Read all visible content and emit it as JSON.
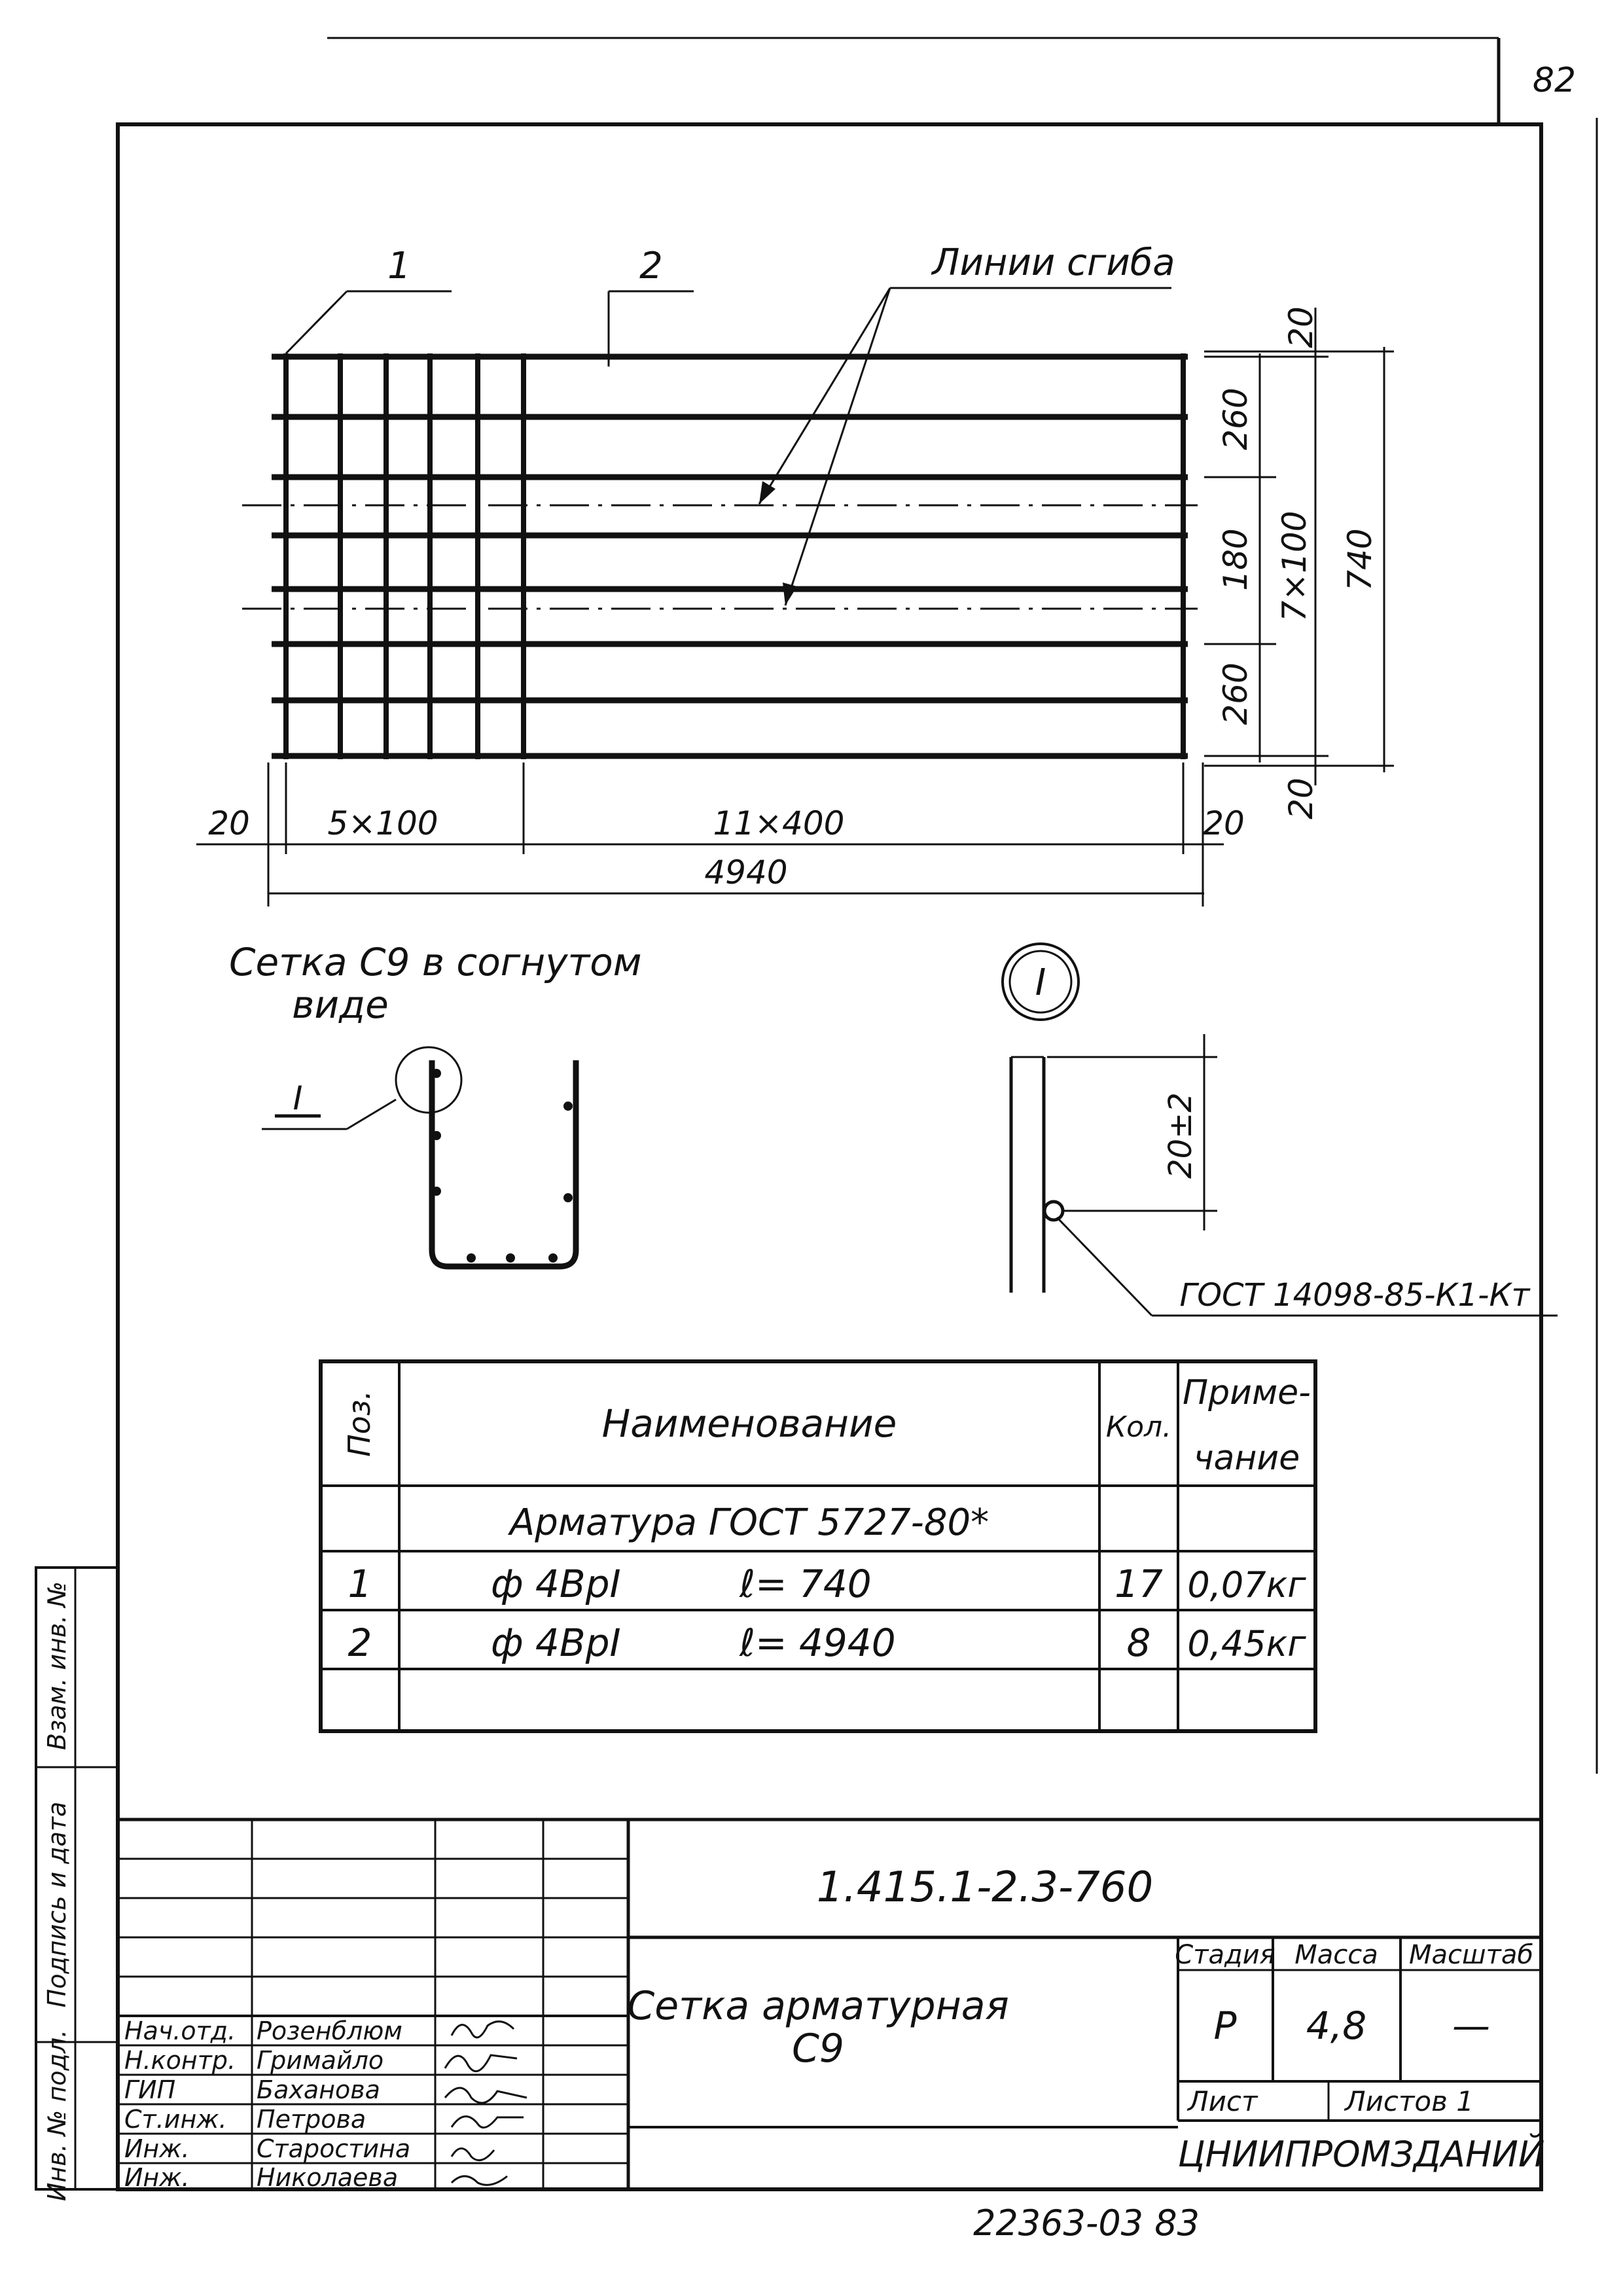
{
  "sheet_number": "82",
  "drawing": {
    "pos1_label": "1",
    "pos2_label": "2",
    "bend_lines_label": "Линии сгиба",
    "dims_bottom": {
      "left_20": "20",
      "spacing_small": "5×100",
      "spacing_large": "11×400",
      "right_20": "20",
      "total": "4940"
    },
    "dims_right": {
      "top_20": "20",
      "d260_top": "260",
      "d180": "180",
      "d260_bottom": "260",
      "bottom_20": "20",
      "spacing": "7×100",
      "total": "740"
    },
    "bent_view_caption_1": "Сетка С9 в согнутом",
    "bent_view_caption_2": "виде",
    "section_mark": "I",
    "detail_mark": "I",
    "detail_dim": "20±2",
    "weld_note": "ГОСТ 14098-85-К1-Кт"
  },
  "spec_table": {
    "headers": {
      "pos": "Поз.",
      "name": "Наименование",
      "qty": "Кол.",
      "note_1": "Приме-",
      "note_2": "чание"
    },
    "group_title": "Арматура ГОСТ 5727-80*",
    "rows": [
      {
        "pos": "1",
        "name": "ф 4ВрI",
        "length": "ℓ= 740",
        "qty": "17",
        "note": "0,07кг"
      },
      {
        "pos": "2",
        "name": "ф 4ВрI",
        "length": "ℓ= 4940",
        "qty": "8",
        "note": "0,45кг"
      }
    ]
  },
  "side_stamp": {
    "cell1": "Взам. инв. №",
    "cell2": "Подпись и дата",
    "cell3": "Инв. № подл."
  },
  "title_block": {
    "doc_code": "1.415.1-2.3-760",
    "title_line1": "Сетка арматурная",
    "title_line2": "С9",
    "stage_label": "Стадия",
    "mass_label": "Масса",
    "scale_label": "Масштаб",
    "stage": "Р",
    "mass": "4,8",
    "scale": "—",
    "sheet_label": "Лист",
    "sheets_label": "Листов 1",
    "organization": "ЦНИИПРОМЗДАНИЙ",
    "people": [
      {
        "role": "Нач.отд.",
        "name": "Розенблюм"
      },
      {
        "role": "Н.контр.",
        "name": "Гримайло"
      },
      {
        "role": "ГИП",
        "name": "Баханова"
      },
      {
        "role": "Ст.инж.",
        "name": "Петрова"
      },
      {
        "role": "Инж.",
        "name": "Старостина"
      },
      {
        "role": "Инж.",
        "name": "Николаева"
      }
    ]
  },
  "bottom_number": "22363-03 83"
}
